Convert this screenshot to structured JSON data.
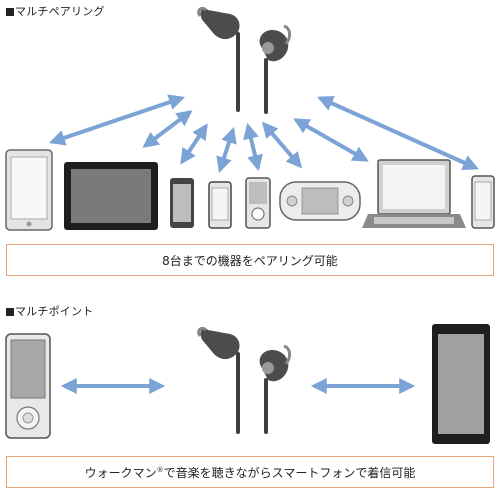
{
  "sections": [
    {
      "heading": "マルチペアリング",
      "caption": "8台までの機器をペアリング可能"
    },
    {
      "heading": "マルチポイント",
      "caption_pre": "ウォークマン",
      "caption_mark": "®",
      "caption_post": "で音楽を聴きながらスマートフォンで着信可能"
    }
  ],
  "colors": {
    "arrow": "#7ba3d6",
    "device_outline": "#555555",
    "device_body": "#d0d0d0",
    "device_screen": "#f2f2f2",
    "caption_border": "#e8a47a"
  }
}
